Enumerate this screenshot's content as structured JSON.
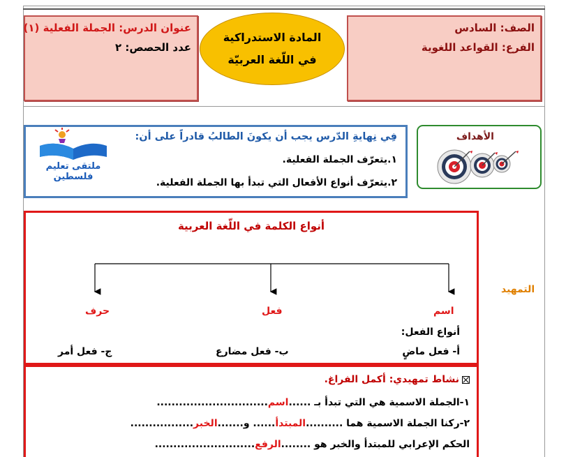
{
  "header": {
    "grade_label": "الصف: السادس",
    "branch_label": "الفرع: القواعد اللغوية",
    "subject_line1": "المادة الاستدراكية",
    "subject_line2": "في اللّغة العربيّة",
    "lesson_title": "عنوان الدرس: الجملة الفعلية (١)",
    "sessions_count": "عدد الحصص: ٢"
  },
  "goals": {
    "title": "الأهداف",
    "icon": "target-icon"
  },
  "objectives": {
    "lead": "فِي نِهايةِ الدّرس يجب أن يكونَ الطالبُ قادراً على أن:",
    "items": [
      "١.يتعرّف الجملة الفعلية.",
      "٢.يتعرّف أنواع الأفعال التي تبدأ بها الجملة الفعلية."
    ]
  },
  "logo": {
    "text": "ملتقى تعليم فلسطين",
    "icon": "book-logo-icon"
  },
  "intro": {
    "side_label": "التمهيد",
    "title": "أنواع الكلمة في اللّغة العربية",
    "word_types": [
      "اسم",
      "فعل",
      "حرف"
    ],
    "verb_types_heading": "أنواع الفعل:",
    "verb_types": [
      "أ- فعل ماضٍ",
      "ب- فعل مضارع",
      "ج- فعل أمر"
    ]
  },
  "activity": {
    "heading": "نشاط تمهيدي: أكمل الفراغ.",
    "line1_prefix": "١-الجملة الاسمية هي التي تبدأ بـ ......",
    "line1_answer": "اسم",
    "line1_suffix": "..............................",
    "line2_prefix": "٢-ركنا الجملة الاسمية هما ..........",
    "line2_answer1": "المبتدأ",
    "line2_mid": "...... و.......",
    "line2_answer2": "الخبر",
    "line2_suffix": ".................",
    "line3_prefix": "الحكم الإعرابي للمبتدأ والخبر هو ........",
    "line3_answer": "الرفع",
    "line3_suffix": "..........................."
  }
}
